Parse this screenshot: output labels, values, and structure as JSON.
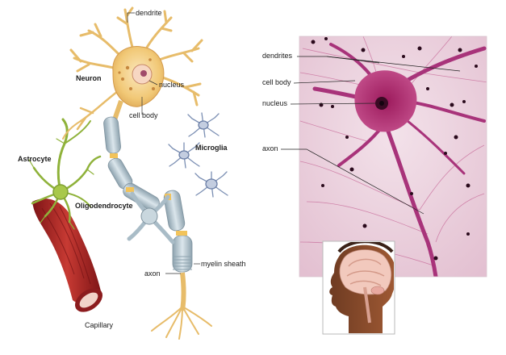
{
  "illustration": {
    "labels": {
      "dendrite": "dendrite",
      "neuron": "Neuron",
      "nucleus": "nucleus",
      "cell_body": "cell body",
      "microglia": "Microglia",
      "astrocyte": "Astrocyte",
      "oligodendrocyte": "Oligodendrocyte",
      "axon": "axon",
      "myelin_sheath": "myelin sheath",
      "capillary": "Capillary"
    }
  },
  "micrograph": {
    "labels": {
      "dendrites": "dendrites",
      "cell_body": "cell body",
      "nucleus": "nucleus",
      "axon": "axon"
    }
  },
  "colors": {
    "neuron": "#f3d08a",
    "myelin": "#b9c9d2",
    "astrocyte": "#a8c84a",
    "microglia": "#8ea4c8",
    "capillary": "#b8262a",
    "stain": "#b3246e"
  }
}
